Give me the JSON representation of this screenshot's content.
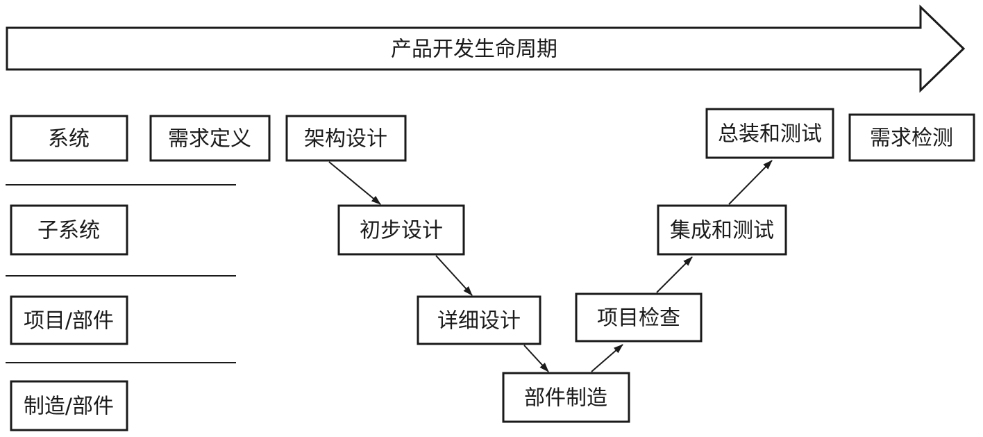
{
  "lifecycle_banner": {
    "label": "产品开发生命周期"
  },
  "levels": [
    {
      "label": "系统"
    },
    {
      "label": "子系统"
    },
    {
      "label": "项目/部件"
    },
    {
      "label": "制造/部件"
    }
  ],
  "steps": {
    "requirements_definition": "需求定义",
    "architecture_design": "架构设计",
    "preliminary_design": "初步设计",
    "detailed_design": "详细设计",
    "component_manufacturing": "部件制造",
    "item_inspection": "项目检查",
    "integration_and_test": "集成和测试",
    "final_assembly_and_test": "总装和测试",
    "requirements_verification": "需求检测"
  },
  "colors": {
    "stroke": "#1a1a1a",
    "background": "#ffffff"
  }
}
